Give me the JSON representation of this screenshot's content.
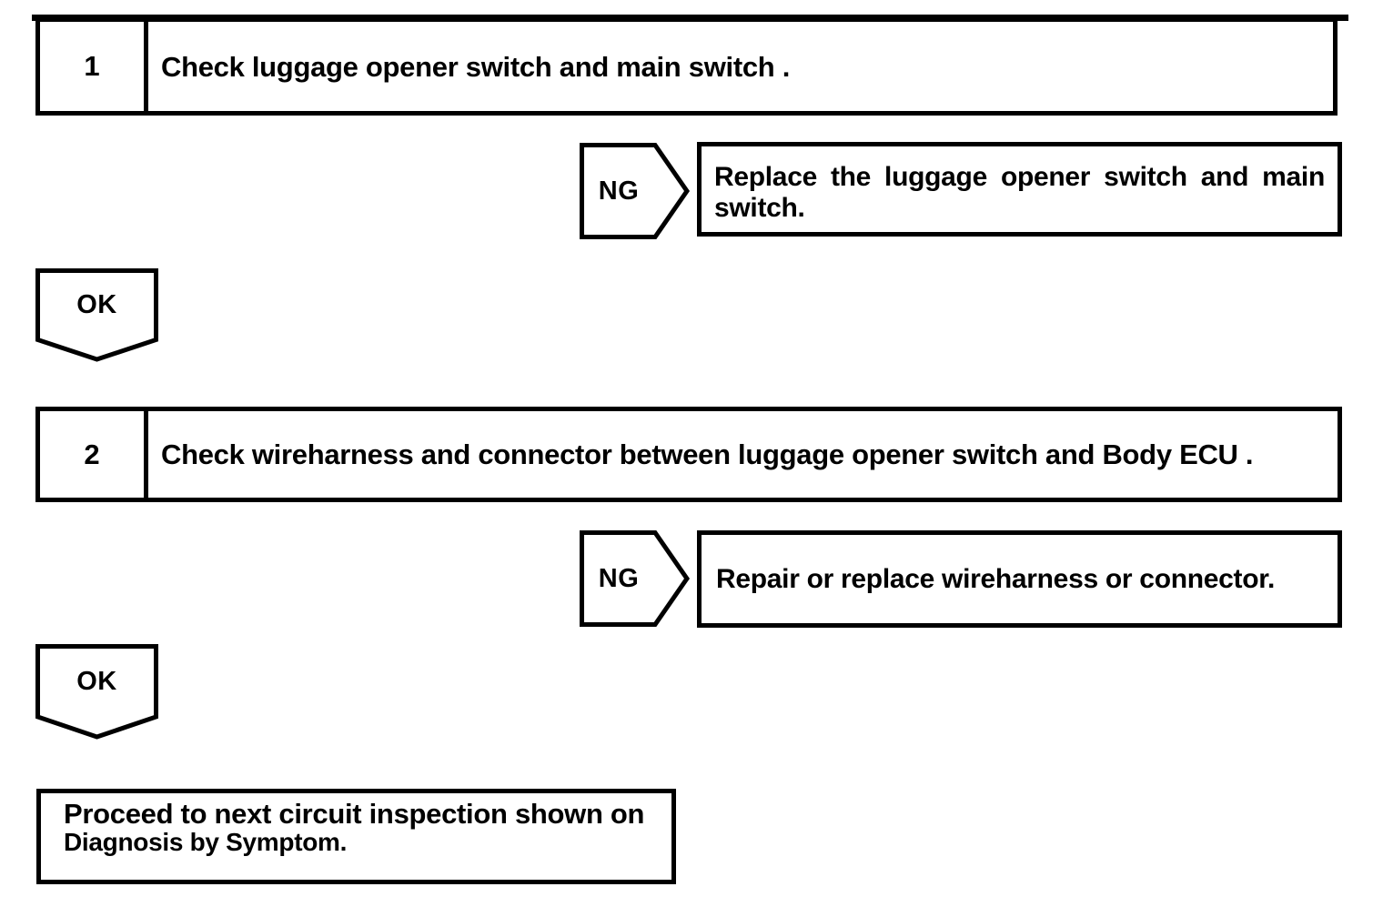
{
  "flowchart": {
    "steps": [
      {
        "number": "1",
        "instruction": "Check luggage opener switch and main switch .",
        "ng_label": "NG",
        "ng_result": "Replace the luggage opener switch and main switch.",
        "ok_label": "OK"
      },
      {
        "number": "2",
        "instruction": "Check wireharness and connector between luggage opener switch and Body ECU .",
        "ng_label": "NG",
        "ng_result": "Repair or replace wireharness or connector.",
        "ok_label": "OK"
      }
    ],
    "final": {
      "line1": "Proceed to next circuit inspection shown on",
      "line2": "Diagnosis by Symptom."
    },
    "colors": {
      "ink": "#000000",
      "paper": "#ffffff"
    }
  }
}
